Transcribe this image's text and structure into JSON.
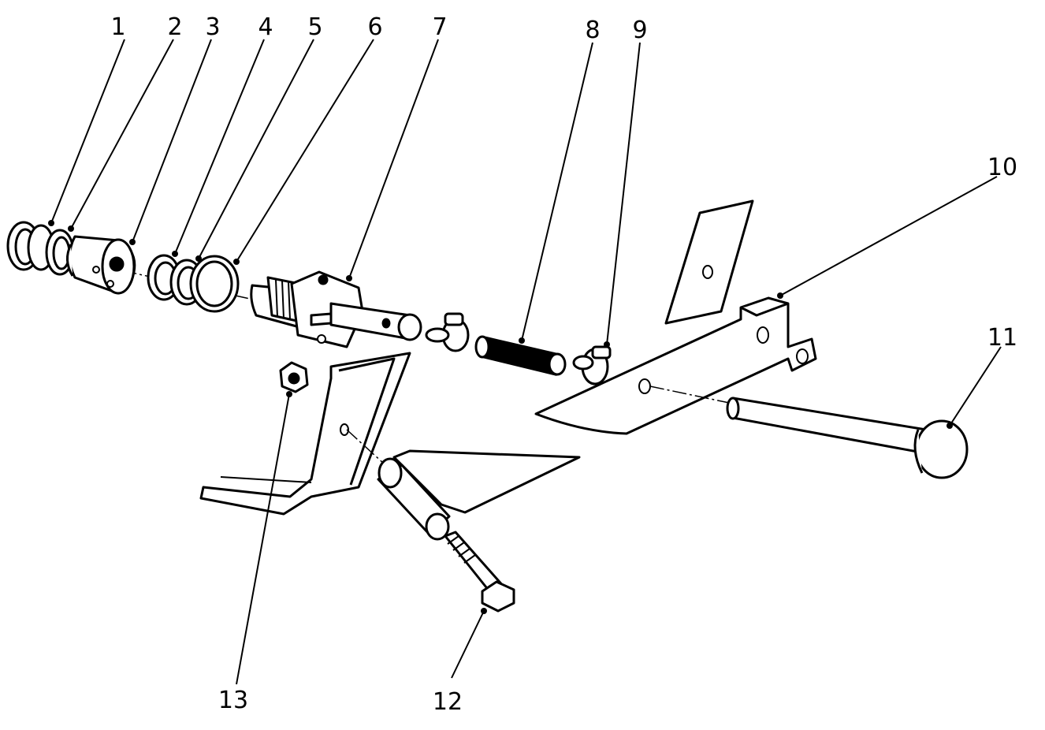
{
  "diagram": {
    "callouts": [
      {
        "id": "1",
        "label": "1"
      },
      {
        "id": "2",
        "label": "2"
      },
      {
        "id": "3",
        "label": "3"
      },
      {
        "id": "4",
        "label": "4"
      },
      {
        "id": "5",
        "label": "5"
      },
      {
        "id": "6",
        "label": "6"
      },
      {
        "id": "7",
        "label": "7"
      },
      {
        "id": "8",
        "label": "8"
      },
      {
        "id": "9",
        "label": "9"
      },
      {
        "id": "10",
        "label": "10"
      },
      {
        "id": "11",
        "label": "11"
      },
      {
        "id": "12",
        "label": "12"
      },
      {
        "id": "13",
        "label": "13"
      }
    ],
    "colors": {
      "ink": "#000000",
      "paper": "#ffffff"
    }
  }
}
